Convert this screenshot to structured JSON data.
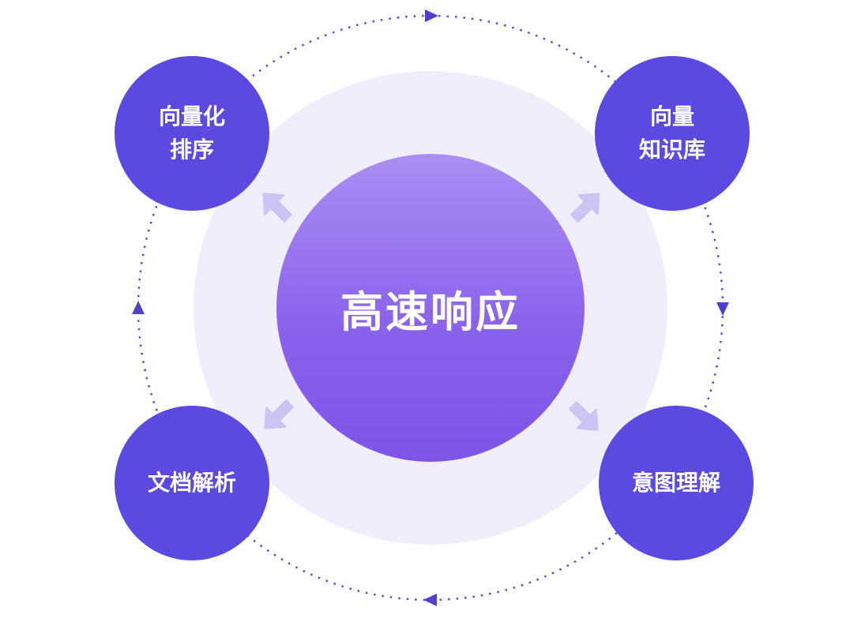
{
  "diagram": {
    "center": {
      "label": "高速响应"
    },
    "satellites": {
      "top_left": {
        "line1": "向量化",
        "line2": "排序"
      },
      "top_right": {
        "line1": "向量",
        "line2": "知识库"
      },
      "bottom_left": {
        "line1": "文档解析"
      },
      "bottom_right": {
        "line1": "意图理解"
      }
    },
    "colors": {
      "satellite_fill": "#5b4ae2",
      "center_gradient_top": "#ab8ef3",
      "center_gradient_bottom": "#7c55e8",
      "halo_fill": "#f1eefb",
      "orbit_stroke": "#5a49d4",
      "arrow_fill": "#cec4f4",
      "text": "#ffffff"
    }
  }
}
